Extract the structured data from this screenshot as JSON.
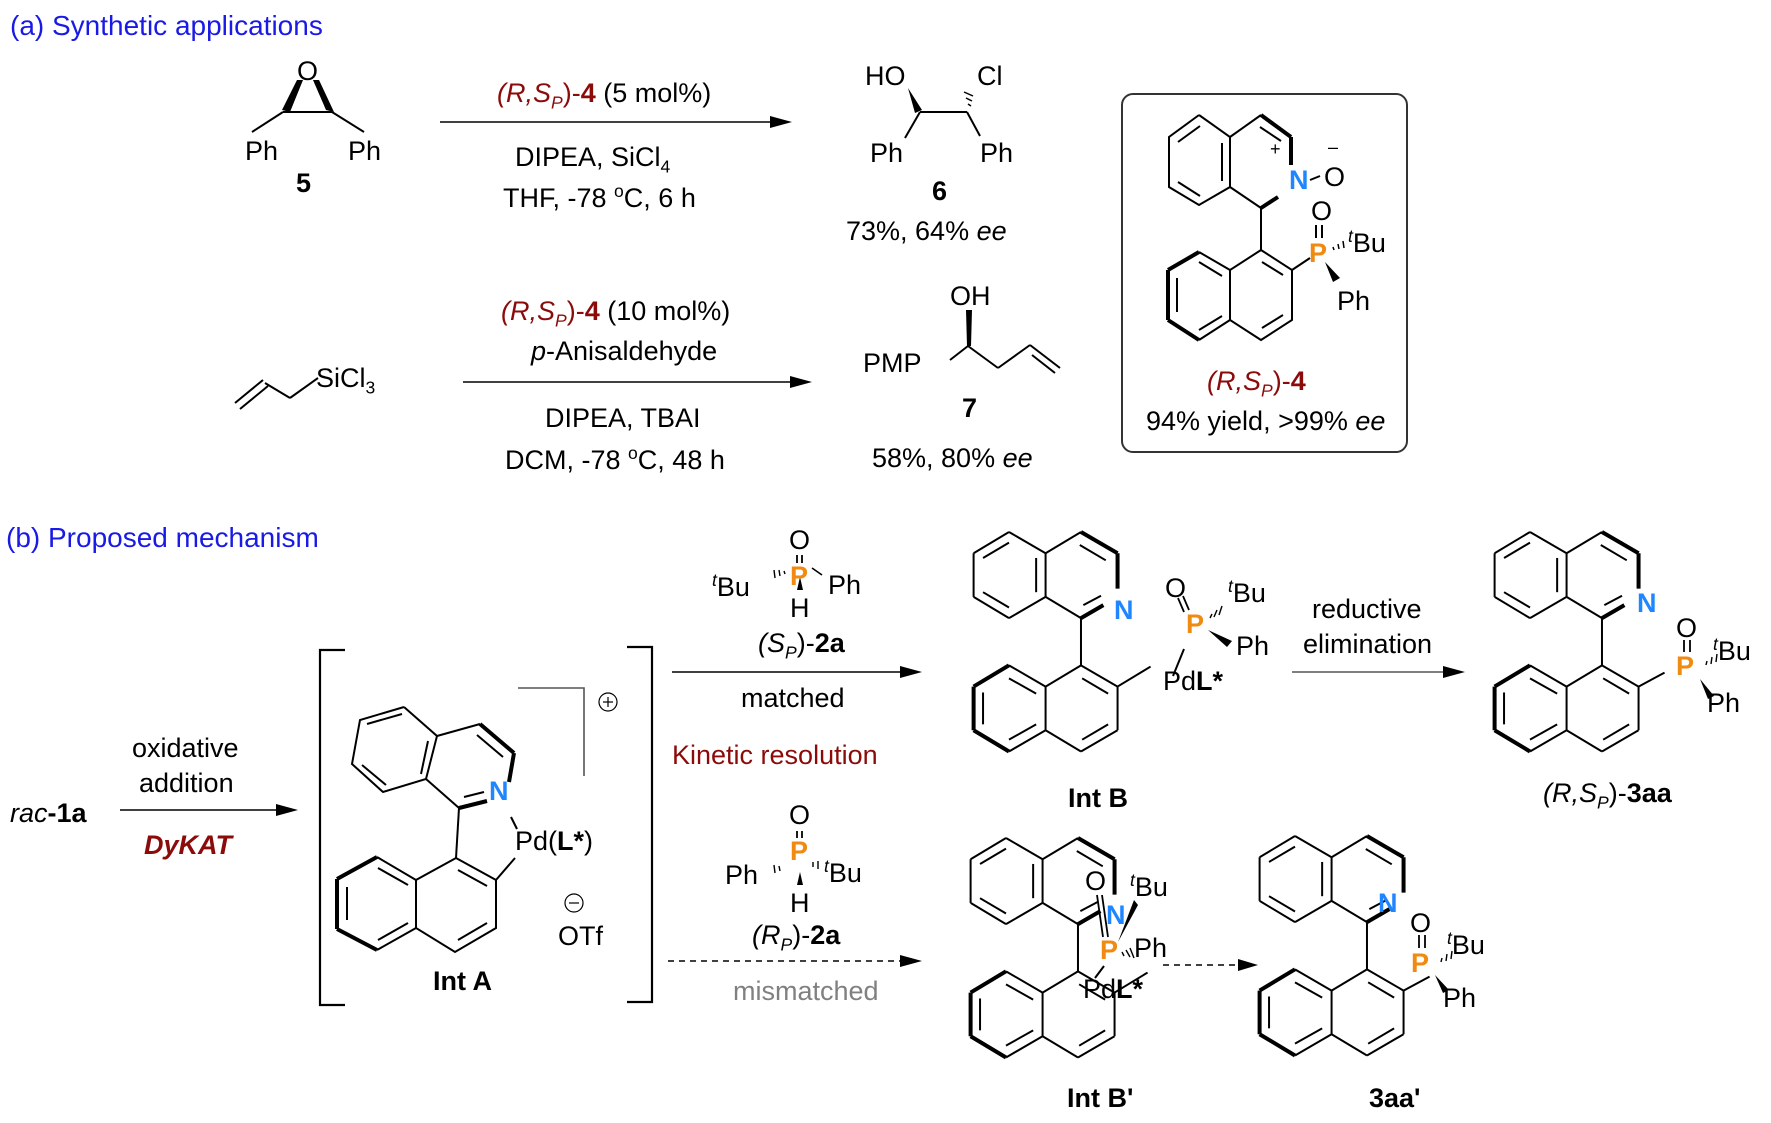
{
  "section_a": {
    "title": "(a) Synthetic applications",
    "reaction1": {
      "substrate_label": "5",
      "substrate_ph_left": "Ph",
      "substrate_ph_right": "Ph",
      "substrate_o": "O",
      "catalyst_prefix": "(R,S",
      "catalyst_sub": "P",
      "catalyst_suffix": ")-",
      "catalyst_num": "4",
      "catalyst_loading": " (5 mol%)",
      "cond_line1": "DIPEA, SiCl",
      "cond_line1_sub": "4",
      "cond_line2": "THF, -78 ",
      "cond_line2_sup": "o",
      "cond_line2_end": "C, 6 h",
      "product_label": "6",
      "product_ho": "HO",
      "product_cl": "Cl",
      "product_ph_left": "Ph",
      "product_ph_right": "Ph",
      "product_yield": "73%, 64% ",
      "product_ee": "ee"
    },
    "reaction2": {
      "substrate_text": "SiCl",
      "substrate_sub": "3",
      "catalyst_prefix": "(R,S",
      "catalyst_sub": "P",
      "catalyst_suffix": ")-",
      "catalyst_num": "4",
      "catalyst_loading": " (10 mol%)",
      "reagent_p": "p",
      "reagent_rest": "-Anisaldehyde",
      "cond_line1": "DIPEA, TBAI",
      "cond_line2": "DCM, -78 ",
      "cond_line2_sup": "o",
      "cond_line2_end": "C, 48 h",
      "product_label": "7",
      "product_pmp": "PMP",
      "product_oh": "OH",
      "product_yield": "58%, 80% ",
      "product_ee": "ee"
    },
    "catalyst_box": {
      "n_label": "N",
      "n_charge": "+",
      "o_label": "O",
      "o_charge": "–",
      "po_o": "O",
      "p_label": "P",
      "tbu_t": "t",
      "tbu": "Bu",
      "ph": "Ph",
      "name_prefix": "(R,S",
      "name_sub": "P",
      "name_suffix": ")-",
      "name_num": "4",
      "yield": "94% yield, >99% ",
      "ee": "ee"
    }
  },
  "section_b": {
    "title": "(b) Proposed mechanism",
    "start_rac": "rac",
    "start_label": "-1a",
    "step1_line1": "oxidative",
    "step1_line2": "addition",
    "step1_dykat": "DyKAT",
    "int_a": {
      "n_label": "N",
      "pd": "Pd(",
      "l": "L*",
      "pd_close": ")",
      "plus": "+",
      "minus": "–",
      "otf": "OTf",
      "label": "Int A"
    },
    "matched": {
      "o": "O",
      "p": "P",
      "tbu_t": "t",
      "tbu": "Bu",
      "ph": "Ph",
      "h": "H",
      "name_prefix": "(S",
      "name_sub": "P",
      "name_suffix": ")-",
      "name_num": "2a",
      "label": "matched"
    },
    "kinetic_resolution": "Kinetic resolution",
    "mismatched": {
      "o": "O",
      "p": "P",
      "tbu_t": "t",
      "tbu": "Bu",
      "ph": "Ph",
      "h": "H",
      "name_prefix": "(R",
      "name_sub": "P",
      "name_suffix": ")-",
      "name_num": "2a",
      "label": "mismatched"
    },
    "int_b": {
      "n_label": "N",
      "o": "O",
      "p": "P",
      "tbu_t": "t",
      "tbu": "Bu",
      "ph": "Ph",
      "pd": "Pd",
      "l": "L*",
      "label": "Int B"
    },
    "int_b_prime": {
      "n_label": "N",
      "o": "O",
      "p": "P",
      "tbu_t": "t",
      "tbu": "Bu",
      "ph": "Ph",
      "pd": "Pd",
      "l": "L*",
      "label": "Int B'"
    },
    "step_re_line1": "reductive",
    "step_re_line2": "elimination",
    "product_3aa": {
      "n_label": "N",
      "o": "O",
      "p": "P",
      "tbu_t": "t",
      "tbu": "Bu",
      "ph": "Ph",
      "name_prefix": "(R,S",
      "name_sub": "P",
      "name_suffix": ")-",
      "name_num": "3aa"
    },
    "product_3aa_prime": {
      "n_label": "N",
      "o": "O",
      "p": "P",
      "tbu_t": "t",
      "tbu": "Bu",
      "ph": "Ph",
      "label": "3aa'"
    }
  },
  "colors": {
    "header_blue": "#1a1ae6",
    "dark_red": "#8b0b0b",
    "nitrogen_blue": "#1f86ff",
    "phosphorus_orange": "#f08a10",
    "mismatched_gray": "#808080"
  }
}
